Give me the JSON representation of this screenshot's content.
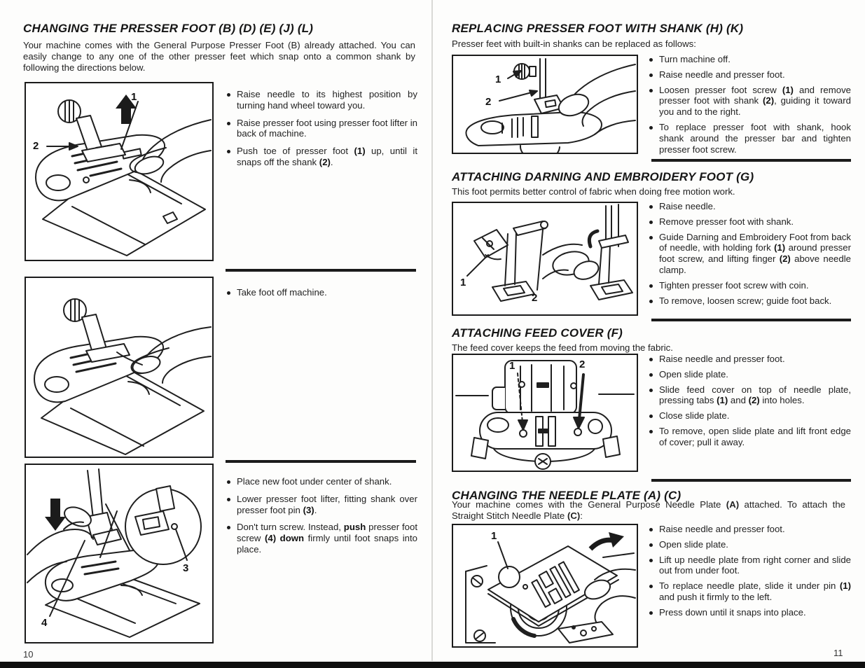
{
  "left_page": {
    "page_number": "10",
    "title": "CHANGING THE PRESSER FOOT (B) (D) (E) (J) (L)",
    "intro": "Your machine comes with the General Purpose Presser Foot (B) already attached. You can easily change to any one of the other presser feet which snap onto a common shank by following the directions below.",
    "step1_bullets": [
      "Raise needle to its highest position by turning hand wheel toward you.",
      "Raise presser foot using presser foot lifter in back of machine.",
      "Push toe of presser foot **(1)** up, until it snaps off the shank **(2)**."
    ],
    "step2_bullets": [
      "Take foot off machine."
    ],
    "step3_bullets": [
      "Place new foot under center of shank.",
      "Lower presser foot lifter, fitting shank over presser foot pin **(3)**.",
      "Don't turn screw. Instead, **push** presser foot screw **(4) down** firmly until foot snaps into place."
    ]
  },
  "right_page": {
    "page_number": "11",
    "sections": [
      {
        "title": "REPLACING PRESSER FOOT WITH SHANK (H) (K)",
        "intro": "Presser feet with built-in shanks can be replaced as follows:",
        "bullets": [
          "Turn machine off.",
          "Raise needle and presser foot.",
          "Loosen presser foot screw **(1)** and remove presser foot with shank **(2)**, guiding it toward you and to the right.",
          "To replace presser foot with shank, hook shank around the presser bar and tighten presser foot screw."
        ]
      },
      {
        "title": "ATTACHING DARNING AND EMBROIDERY FOOT (G)",
        "intro": "This foot permits better control of fabric when doing free motion work.",
        "bullets": [
          "Raise needle.",
          "Remove presser foot with shank.",
          "Guide Darning and Embroidery Foot from back of needle, with holding fork **(1)** around presser foot screw, and lifting finger **(2)** above needle clamp.",
          "Tighten presser foot screw with coin.",
          "To remove, loosen screw; guide foot back."
        ]
      },
      {
        "title": "ATTACHING FEED COVER (F)",
        "intro": "The feed cover keeps the feed from moving the fabric.",
        "bullets": [
          "Raise needle and presser foot.",
          "Open slide plate.",
          "Slide feed cover on top of needle plate, pressing tabs **(1)** and **(2)** into holes.",
          "Close slide plate.",
          "To remove, open slide plate and lift front edge of cover; pull it away."
        ]
      },
      {
        "title": "CHANGING THE NEEDLE PLATE (A) (C)",
        "intro": "Your machine comes with the General Purpose Needle Plate **(A)** attached. To attach the Straight Stitch Needle Plate **(C)**:",
        "bullets": [
          "Raise needle and presser foot.",
          "Open slide plate.",
          "Lift up needle plate from right corner and slide out from under foot.",
          "To replace needle plate, slide it under pin **(1)** and push it firmly to the left.",
          "Press down until it snaps into place."
        ]
      }
    ]
  },
  "figures": {
    "foot_removal": {
      "callouts": [
        "1",
        "2"
      ]
    },
    "foot_attachment": {
      "callouts": [
        "3",
        "4"
      ]
    },
    "shank_foot": {
      "callouts": [
        "1",
        "2"
      ]
    },
    "darning_foot": {
      "callouts": [
        "1",
        "2"
      ]
    },
    "feed_cover": {
      "callouts": [
        "1",
        "2"
      ]
    },
    "needle_plate": {
      "callouts": [
        "1"
      ]
    }
  },
  "colors": {
    "ink": "#1b1b1b",
    "paper": "#fdfdfc"
  }
}
